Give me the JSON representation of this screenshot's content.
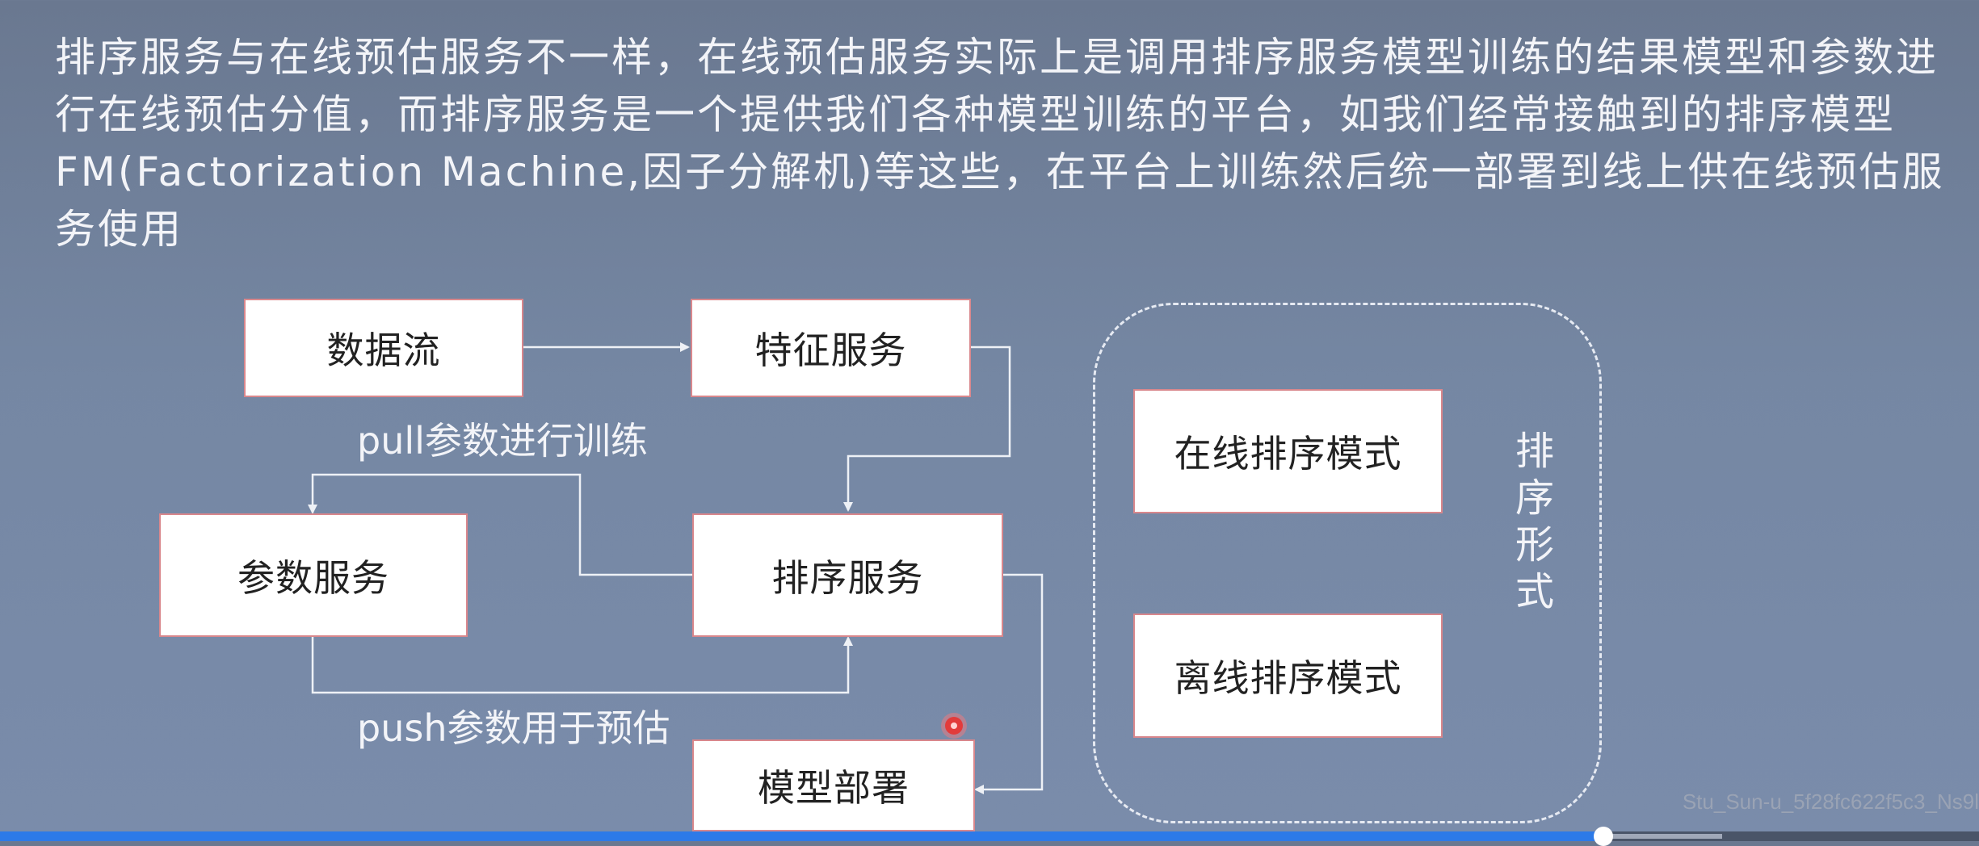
{
  "intro_text": "排序服务与在线预估服务不一样，在线预估服务实际上是调用排序服务模型训练的结果模型和参数进行在线预估分值，而排序服务是一个提供我们各种模型训练的平台，如我们经常接触到的排序模型FM(Factorization Machine,因子分解机)等这些，在平台上训练然后统一部署到线上供在线预估服务使用",
  "diagram": {
    "nodes": {
      "data_stream": "数据流",
      "feature_service": "特征服务",
      "param_service": "参数服务",
      "ranking_service": "排序服务",
      "model_deploy": "模型部署",
      "online_mode": "在线排序模式",
      "offline_mode": "离线排序模式"
    },
    "edge_labels": {
      "pull": "pull参数进行训练",
      "push": "push参数用于预估"
    },
    "group_label": "排\n序\n形\n式"
  },
  "colors": {
    "box_border": "#d9878c",
    "arrow": "#eef1f6",
    "progress": "#2d7ae8"
  },
  "watermark": "Stu_Sun-u_5f28fc622f5c3_Ns9l",
  "player": {
    "progress": 0.81,
    "buffered": 0.87
  }
}
